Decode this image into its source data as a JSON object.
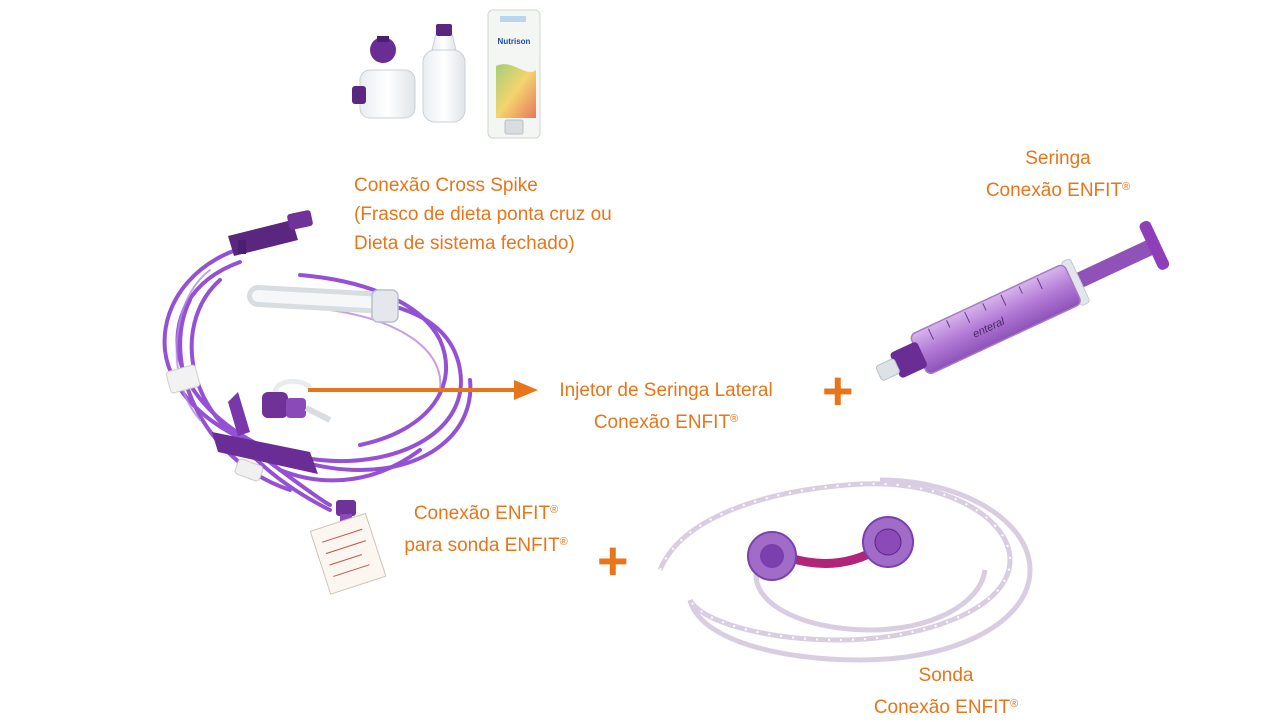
{
  "labels": {
    "cross_spike": {
      "line1": "Conexão Cross Spike",
      "line2": "(Frasco de dieta ponta cruz  ou",
      "line3": "Dieta de sistema fechado)"
    },
    "seringa": {
      "line1": "Seringa",
      "line2": "Conexão ENFIT"
    },
    "injetor": {
      "line1": "Injetor de Seringa Lateral",
      "line2": "Conexão ENFIT"
    },
    "conexao_sonda": {
      "line1": "Conexão ENFIT",
      "line2": "para sonda ENFIT"
    },
    "sonda": {
      "line1": "Sonda",
      "line2": "Conexão ENFIT"
    },
    "registered": "®",
    "plus": "+"
  },
  "product_text": {
    "brand": "Nutrison",
    "syringe_marking": "enteral"
  },
  "colors": {
    "label": "#e8751a",
    "arrow": "#e8751a",
    "tube_purple": "#8a3fd0",
    "dark_purple": "#5a2680",
    "magenta": "#b0247a"
  }
}
